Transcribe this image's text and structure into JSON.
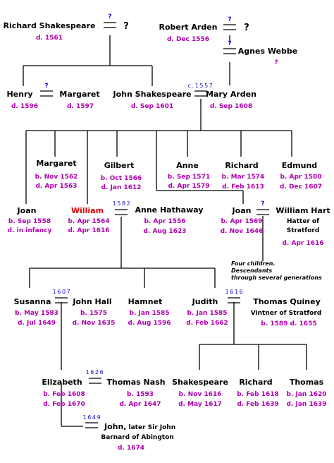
{
  "colors": {
    "name": "#000000",
    "highlight": "#e00000",
    "date": "#b000b0",
    "marriage_year": "#1010d0"
  },
  "persons": {
    "richard_shakespeare": {
      "name": "Richard Shakespeare",
      "dates": [
        "d. 1561"
      ]
    },
    "richard_wife": {
      "name": "?"
    },
    "robert_arden": {
      "name": "Robert Arden",
      "dates": [
        "d. Dec 1556"
      ]
    },
    "robert_wife1": {
      "name": "?"
    },
    "agnes_webbe": {
      "name": "Agnes Webbe",
      "dates": [
        "?"
      ]
    },
    "henry": {
      "name": "Henry",
      "dates": [
        "d. 1596"
      ]
    },
    "margaret_h": {
      "name": "Margaret",
      "dates": [
        "d. 1597"
      ]
    },
    "john_shakespeare": {
      "name": "John Shakespeare",
      "dates": [
        "d. Sep 1601"
      ]
    },
    "mary_arden": {
      "name": "Mary Arden",
      "dates": [
        "d. Sep 1608"
      ]
    },
    "margaret": {
      "name": "Margaret",
      "dates": [
        "b. Nov 1562",
        "d. Apr 1563"
      ]
    },
    "gilbert": {
      "name": "Gilbert",
      "dates": [
        "b. Oct 1566",
        "d. Jan 1612"
      ]
    },
    "anne": {
      "name": "Anne",
      "dates": [
        "b. Sep 1571",
        "d. Apr 1579"
      ]
    },
    "richard": {
      "name": "Richard",
      "dates": [
        "b. Mar 1574",
        "d. Feb 1613"
      ]
    },
    "edmund": {
      "name": "Edmund",
      "dates": [
        "b. Apr 1580",
        "d. Dec 1607"
      ]
    },
    "joan_1": {
      "name": "Joan",
      "dates": [
        "b. Sep 1558",
        "d. in infancy"
      ]
    },
    "william": {
      "name": "William",
      "dates": [
        "b. Apr 1564",
        "d. Apr 1616"
      ]
    },
    "anne_hathaway": {
      "name": "Anne Hathaway",
      "dates": [
        "b. Apr 1556",
        "d. Aug 1623"
      ]
    },
    "joan_2": {
      "name": "Joan",
      "dates": [
        "b. Apr 1569",
        "d. Nov 1646"
      ]
    },
    "william_hart": {
      "name": "William Hart",
      "notes": [
        "Hatter of",
        "Stratford"
      ],
      "dates": [
        "d. Apr 1616"
      ]
    },
    "susanna": {
      "name": "Susanna",
      "dates": [
        "b. May 1583",
        "d. Jul 1649"
      ]
    },
    "john_hall": {
      "name": "John Hall",
      "dates": [
        "b. 1575",
        "d. Nov 1635"
      ]
    },
    "hamnet": {
      "name": "Hamnet",
      "dates": [
        "b. Jan 1585",
        "d. Aug 1596"
      ]
    },
    "judith": {
      "name": "Judith",
      "dates": [
        "b. Jan 1585",
        "d. Feb 1662"
      ]
    },
    "thomas_quiney": {
      "name": "Thomas Quiney",
      "notes": [
        "Vintner of Stratford"
      ],
      "dates": [
        "b. 1589",
        "d. 1655"
      ]
    },
    "elizabeth": {
      "name": "Elizabeth",
      "dates": [
        "b. Feb 1608",
        "d. Feb 1670"
      ]
    },
    "thomas_nash": {
      "name": "Thomas Nash",
      "dates": [
        "b. 1593",
        "d. Apr 1647"
      ]
    },
    "shakespeare_q": {
      "name": "Shakespeare",
      "dates": [
        "b. Nov 1616",
        "d. May 1617"
      ]
    },
    "richard_q": {
      "name": "Richard",
      "dates": [
        "b. Feb 1618",
        "d. Feb 1639"
      ]
    },
    "thomas_q": {
      "name": "Thomas",
      "dates": [
        "b. Jan 1620",
        "d. Jan 1639"
      ]
    },
    "john_barnard": {
      "name": "John,",
      "name_suffix": "later Sir John",
      "notes": [
        "Barnard of Abington"
      ],
      "dates": [
        "d. 1674"
      ]
    }
  },
  "marriages": {
    "richard": {
      "year": "?"
    },
    "robert_1": {
      "year": "?"
    },
    "robert_2": {
      "year": "?"
    },
    "henry": {
      "year": "?"
    },
    "john": {
      "year": "c.1557"
    },
    "william": {
      "year": "1582"
    },
    "joan": {
      "year": "?"
    },
    "susanna": {
      "year": "1607"
    },
    "judith": {
      "year": "1616"
    },
    "elizabeth_nash": {
      "year": "1626"
    },
    "elizabeth_barnard": {
      "year": "1649"
    }
  },
  "note_hart": [
    "Four children.",
    "Descendants",
    "through several generations"
  ]
}
